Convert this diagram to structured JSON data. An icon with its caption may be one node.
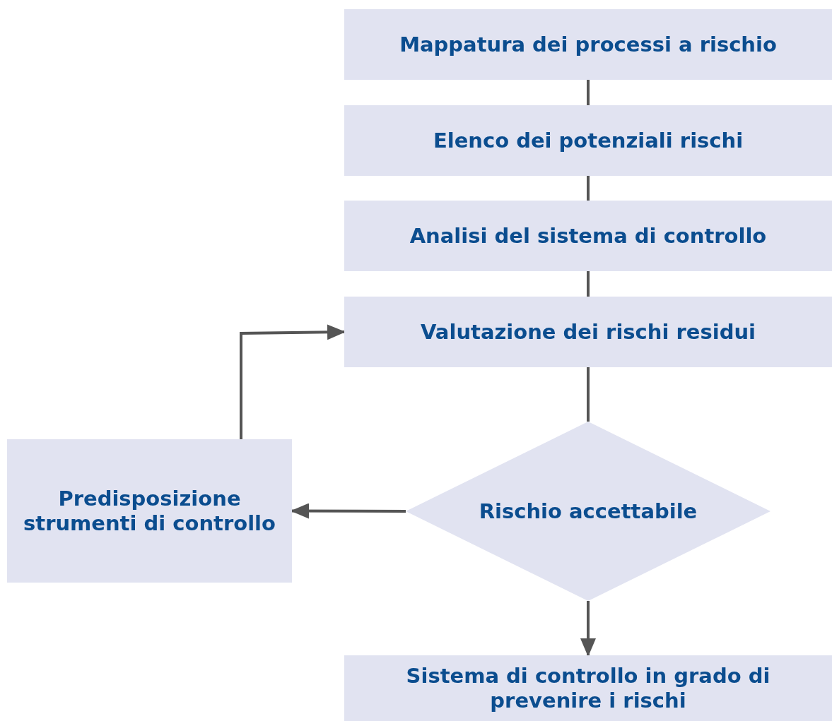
{
  "diagram": {
    "nodes": [
      {
        "text": [
          "Mappatura dei processi a rischio"
        ]
      },
      {
        "text": [
          "Elenco dei potenziali rischi"
        ]
      },
      {
        "text": [
          "Analisi del sistema di controllo"
        ]
      },
      {
        "text": [
          "Valutazione dei rischi residui"
        ]
      },
      {
        "text": [
          "Rischio accettabile"
        ]
      },
      {
        "text": [
          "Predisposizione strumenti di controllo"
        ]
      },
      {
        "text": [
          "Sistema di controllo in grado di prevenire i rischi"
        ]
      }
    ],
    "edges": [
      {
        "from": 0,
        "to": 1,
        "arrow": "none"
      },
      {
        "from": 1,
        "to": 2,
        "arrow": "none"
      },
      {
        "from": 2,
        "to": 3,
        "arrow": "none"
      },
      {
        "from": 3,
        "to": 4,
        "arrow": "none"
      },
      {
        "from": 4,
        "to": 5,
        "arrow": "to"
      },
      {
        "from": 5,
        "to": 3,
        "arrow": "to"
      },
      {
        "from": 4,
        "to": 6,
        "arrow": "to"
      }
    ]
  }
}
